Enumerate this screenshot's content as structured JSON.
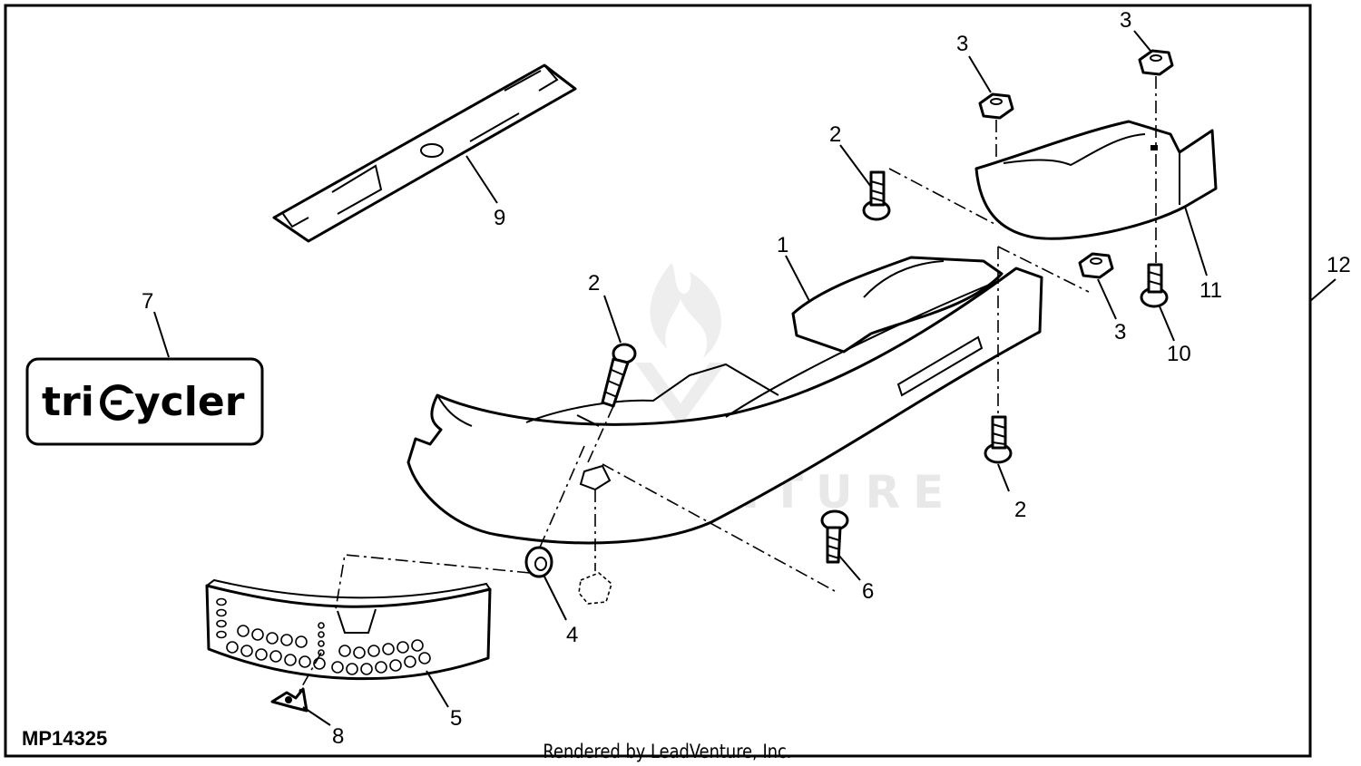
{
  "drawing_id": "MP14325",
  "footer": "Rendered by LeadVenture, Inc.",
  "watermark": "LEADVENTURE",
  "logo": {
    "text_left": "tri",
    "text_right": "ycler",
    "icon": "recycle-c-icon"
  },
  "callouts": {
    "c1": "1",
    "c2a": "2",
    "c2b": "2",
    "c2c": "2",
    "c3a": "3",
    "c3b": "3",
    "c3c": "3",
    "c4": "4",
    "c5": "5",
    "c6": "6",
    "c7": "7",
    "c8": "8",
    "c9": "9",
    "c10": "10",
    "c11": "11",
    "c12": "12"
  }
}
